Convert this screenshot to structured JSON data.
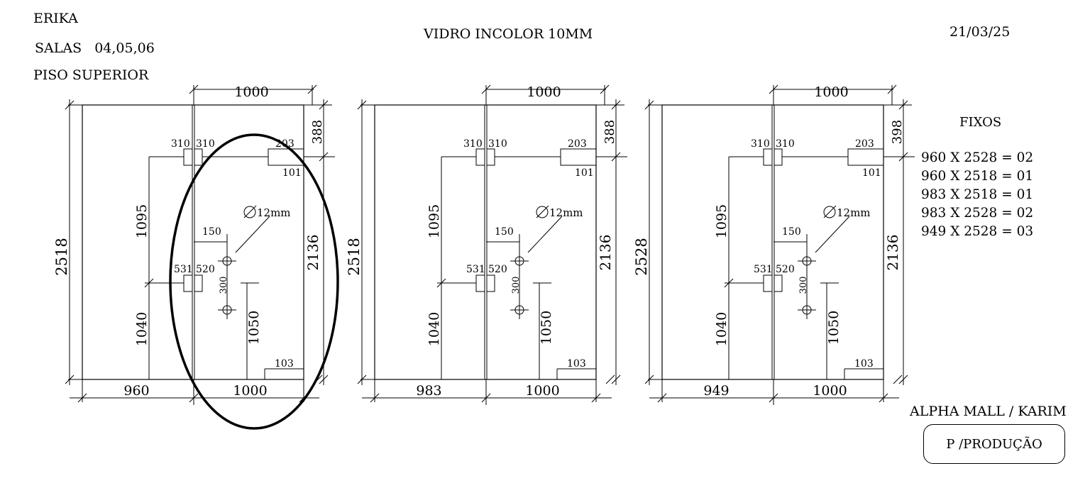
{
  "header": {
    "client": "ERIKA",
    "rooms": "SALAS   04,05,06",
    "floor": "PISO SUPERIOR",
    "material": "VIDRO INCOLOR 10MM",
    "date": "21/03/25"
  },
  "panels": [
    {
      "total_height": "2518",
      "top_width": "1000",
      "top_right": "388",
      "left_width": "960",
      "bottom_right_width": "1000",
      "hinge_a": "310",
      "hinge_b": "310",
      "notch_w": "203",
      "notch_h": "101",
      "lower_a": "531",
      "lower_b": "520",
      "dim_1095": "1095",
      "dim_1040": "1040",
      "dim_1050": "1050",
      "dim_2136": "2136",
      "hole_offset": "150",
      "hole_spacing": "300",
      "hole_diameter": "12mm",
      "corner": "103"
    },
    {
      "total_height": "2518",
      "top_width": "1000",
      "top_right": "388",
      "left_width": "983",
      "bottom_right_width": "1000",
      "hinge_a": "310",
      "hinge_b": "310",
      "notch_w": "203",
      "notch_h": "101",
      "lower_a": "531",
      "lower_b": "520",
      "dim_1095": "1095",
      "dim_1040": "1040",
      "dim_1050": "1050",
      "dim_2136": "2136",
      "hole_offset": "150",
      "hole_spacing": "300",
      "hole_diameter": "12mm",
      "corner": "103"
    },
    {
      "total_height": "2528",
      "top_width": "1000",
      "top_right": "398",
      "left_width": "949",
      "bottom_right_width": "1000",
      "hinge_a": "310",
      "hinge_b": "310",
      "notch_w": "203",
      "notch_h": "101",
      "lower_a": "531",
      "lower_b": "520",
      "dim_1095": "1095",
      "dim_1040": "1040",
      "dim_1050": "1050",
      "dim_2136": "2136",
      "hole_offset": "150",
      "hole_spacing": "300",
      "hole_diameter": "12mm",
      "corner": "103"
    }
  ],
  "fixos": {
    "title": "FIXOS",
    "items": [
      "960 X 2528 = 02",
      "960 X 2518 = 01",
      "983 X 2518 = 01",
      "983 X 2528 = 02",
      "949 X 2528 = 03"
    ]
  },
  "footer": {
    "project": "ALPHA MALL / KARIM",
    "stamp": "P /PRODUÇÃO"
  },
  "colors": {
    "ink": "#000000",
    "dim_text": "#3a2a1a",
    "background": "#ffffff"
  }
}
